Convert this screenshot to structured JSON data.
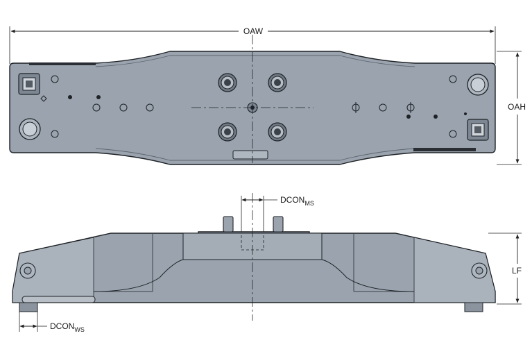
{
  "colors": {
    "body_fill": "#9aa3ae",
    "body_dark": "#7d8793",
    "body_light": "#aeb6c0",
    "outline": "#1e2226",
    "dimension_line": "#222222",
    "hole_fill": "#7f8893",
    "background": "#ffffff"
  },
  "dimensions": {
    "overall_width": "OAW",
    "overall_height": "OAH",
    "functional_length": "LF",
    "dcon_ms_main": "DCON",
    "dcon_ms_sub": "MS",
    "dcon_ws_main": "DCON",
    "dcon_ws_sub": "WS"
  }
}
